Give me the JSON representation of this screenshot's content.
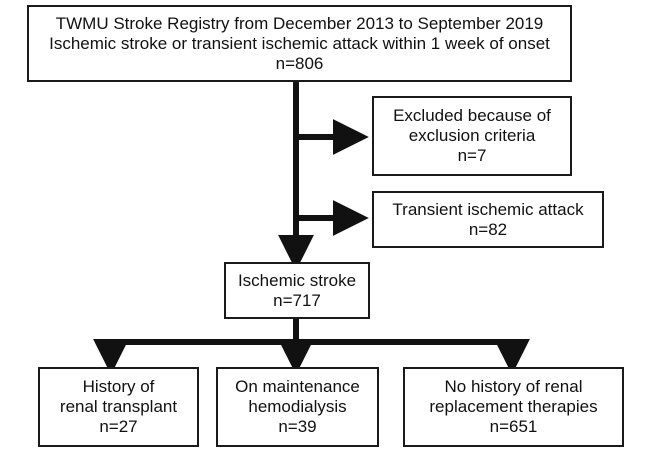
{
  "boxes": {
    "registry": {
      "line1": "TWMU Stroke Registry from December 2013 to September 2019",
      "line2": "Ischemic stroke or transient ischemic attack within 1 week of onset",
      "line3": "n=806"
    },
    "excluded_criteria": {
      "line1": "Excluded because of",
      "line2": "exclusion criteria",
      "line3": "n=7"
    },
    "excluded_tia": {
      "line1": "Transient ischemic attack",
      "line2": "n=82"
    },
    "ischemic_stroke": {
      "line1": "Ischemic stroke",
      "line2": "n=717"
    },
    "renal_transplant": {
      "line1": "History of",
      "line2": "renal transplant",
      "line3": "n=27"
    },
    "hemodialysis": {
      "line1": "On maintenance",
      "line2": "hemodialysis",
      "line3": "n=39"
    },
    "no_rrt": {
      "line1": "No history of renal",
      "line2": "replacement therapies",
      "line3": "n=651"
    }
  },
  "colors": {
    "arrow": "#111111",
    "border": "#1a1a1a"
  }
}
